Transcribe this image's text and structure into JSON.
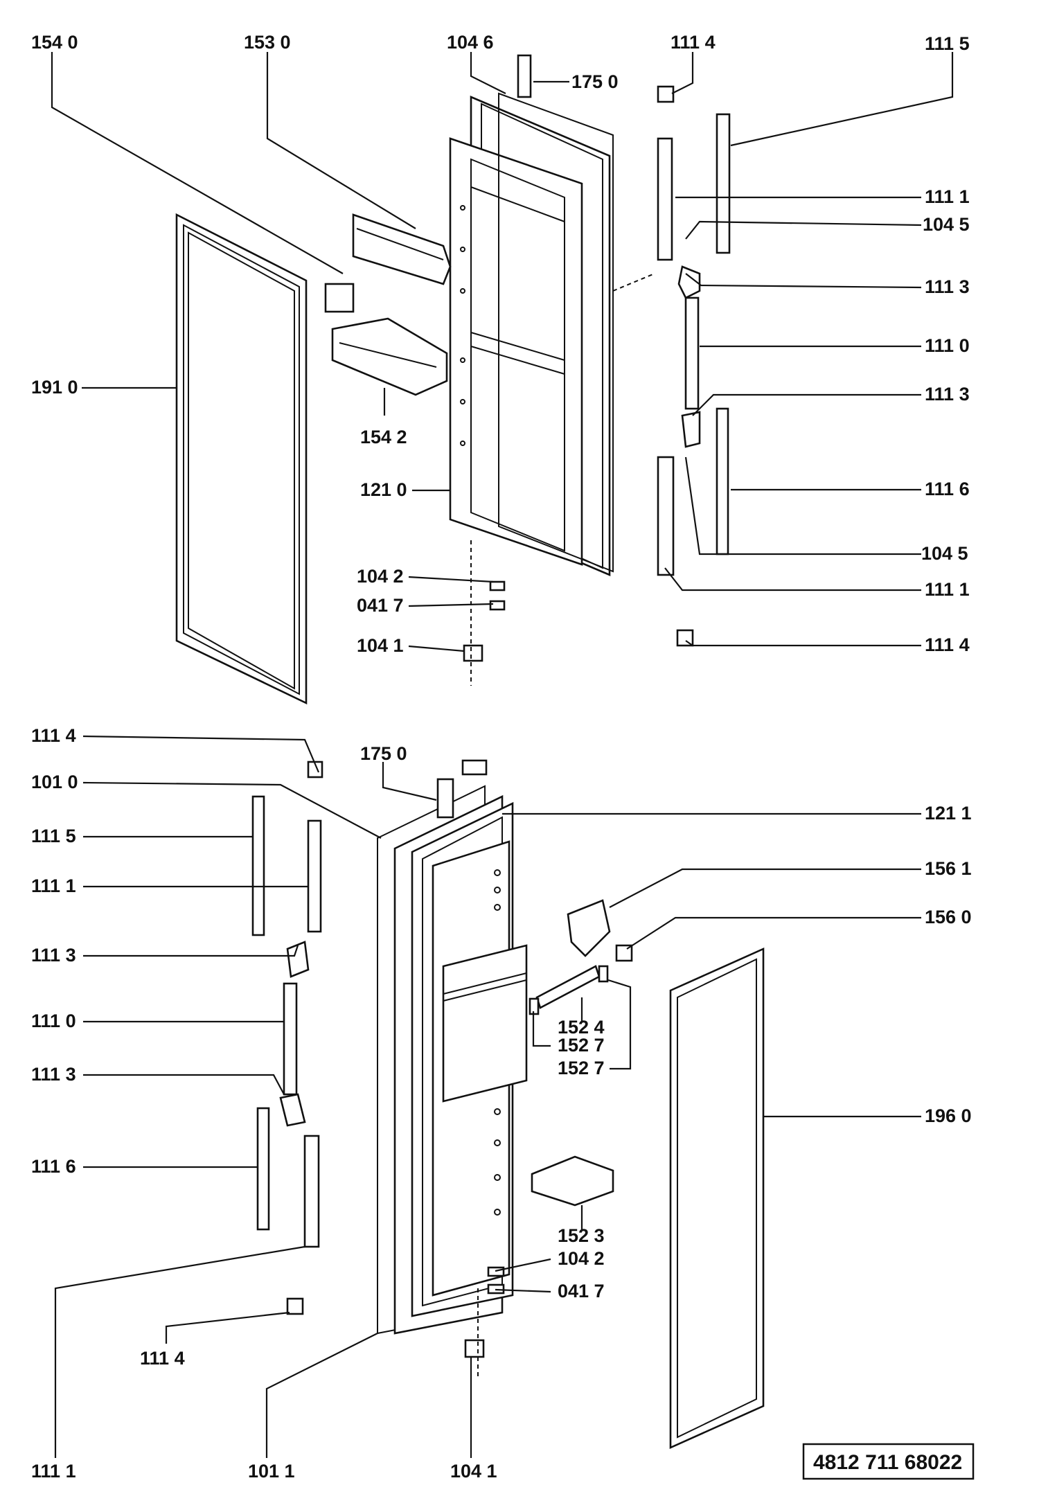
{
  "top_labels": {
    "l1540": "154 0",
    "l1530": "153  0",
    "l1046": "104 6",
    "l1750": "175 0",
    "l1114a": "111 4",
    "l1115": "111  5",
    "l1111a": "111 1",
    "l1045a": "104 5",
    "l1113a": "111  3",
    "l1110": "111  0",
    "l1113b": "111  3",
    "l1910": "191  0",
    "l1542": "154  2",
    "l1210": "121  0",
    "l1116": "111  6",
    "l1045b": "104  5",
    "l1042": "104  2",
    "l0417": "041  7",
    "l1111b": "111  1",
    "l1041": "104  1",
    "l1114b": "111  4"
  },
  "bottom_labels": {
    "l1114c": "111  4",
    "l1750": "175  0",
    "l1010": "101  0",
    "l1211": "121  1",
    "l1115": "111  5",
    "l1111c": "111  1",
    "l1561": "156  1",
    "l1560": "156  0",
    "l1113c": "111  3",
    "l1524": "152  4",
    "l1110": "111  0",
    "l1527a": "152  7",
    "l1527b": "152  7",
    "l1113d": "111  3",
    "l1960": "196  0",
    "l1116": "111  6",
    "l1523": "152  3",
    "l1042": "104  2",
    "l0417": "041  7",
    "l1114d": "111  4",
    "l1111d": "111  1",
    "l1011": "101  1",
    "l1041": "104  1"
  },
  "drawing_code": "4812  711  68022"
}
